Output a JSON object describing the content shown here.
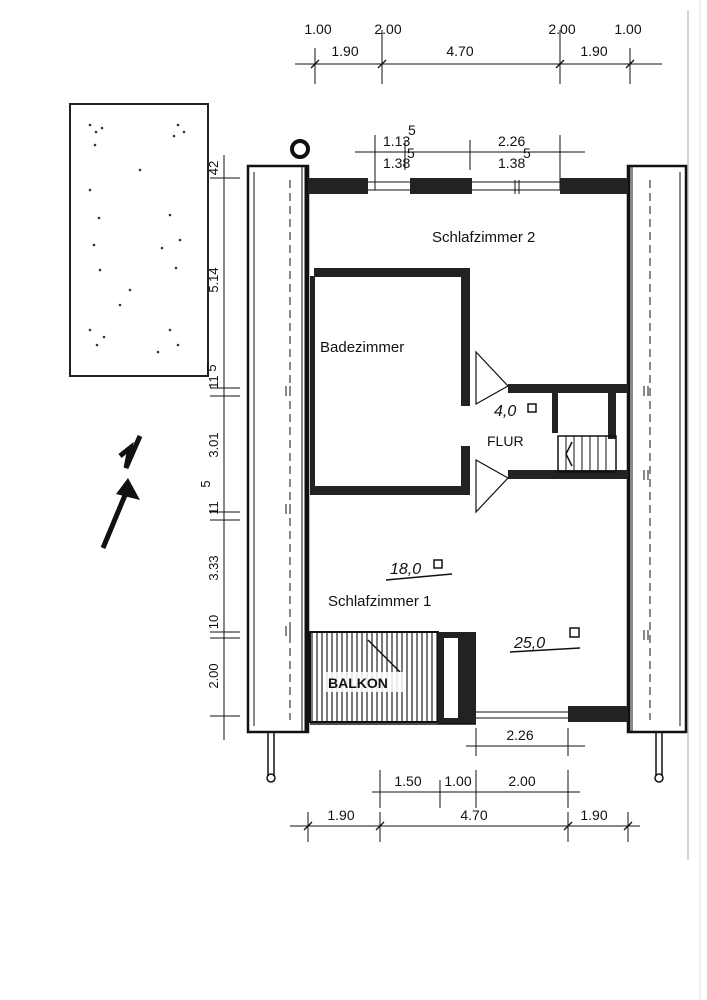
{
  "rooms": {
    "schlafzimmer_2": "Schlafzimmer 2",
    "badezimmer": "Badezimmer",
    "flur": "FLUR",
    "flur_area": "4,0",
    "schlafzimmer_1": "Schlafzimmer 1",
    "schlafzimmer_1_area": "18,0",
    "area_right": "25,0",
    "balkon": "BALKON"
  },
  "dims_top": {
    "row1": [
      "1.00",
      "2.00",
      "2.00",
      "1.00"
    ],
    "row2": [
      "1.90",
      "4.70",
      "1.90"
    ],
    "window_left_top": "1.13",
    "window_left_top_sup": "5",
    "window_left_bottom": "1.38",
    "window_left_bottom_sup": "5",
    "window_right_top": "2.26",
    "window_right_bottom": "1.38",
    "window_right_bottom_sup": "5"
  },
  "dims_left": [
    "42",
    "5.14",
    "5",
    "11",
    "3.01",
    "11",
    "5",
    "3.33",
    "10",
    "2.00"
  ],
  "dims_bottom": {
    "window": "2.26",
    "row1": [
      "1.50",
      "1.00",
      "2.00"
    ],
    "row2": [
      "1.90",
      "4.70",
      "1.90"
    ]
  }
}
